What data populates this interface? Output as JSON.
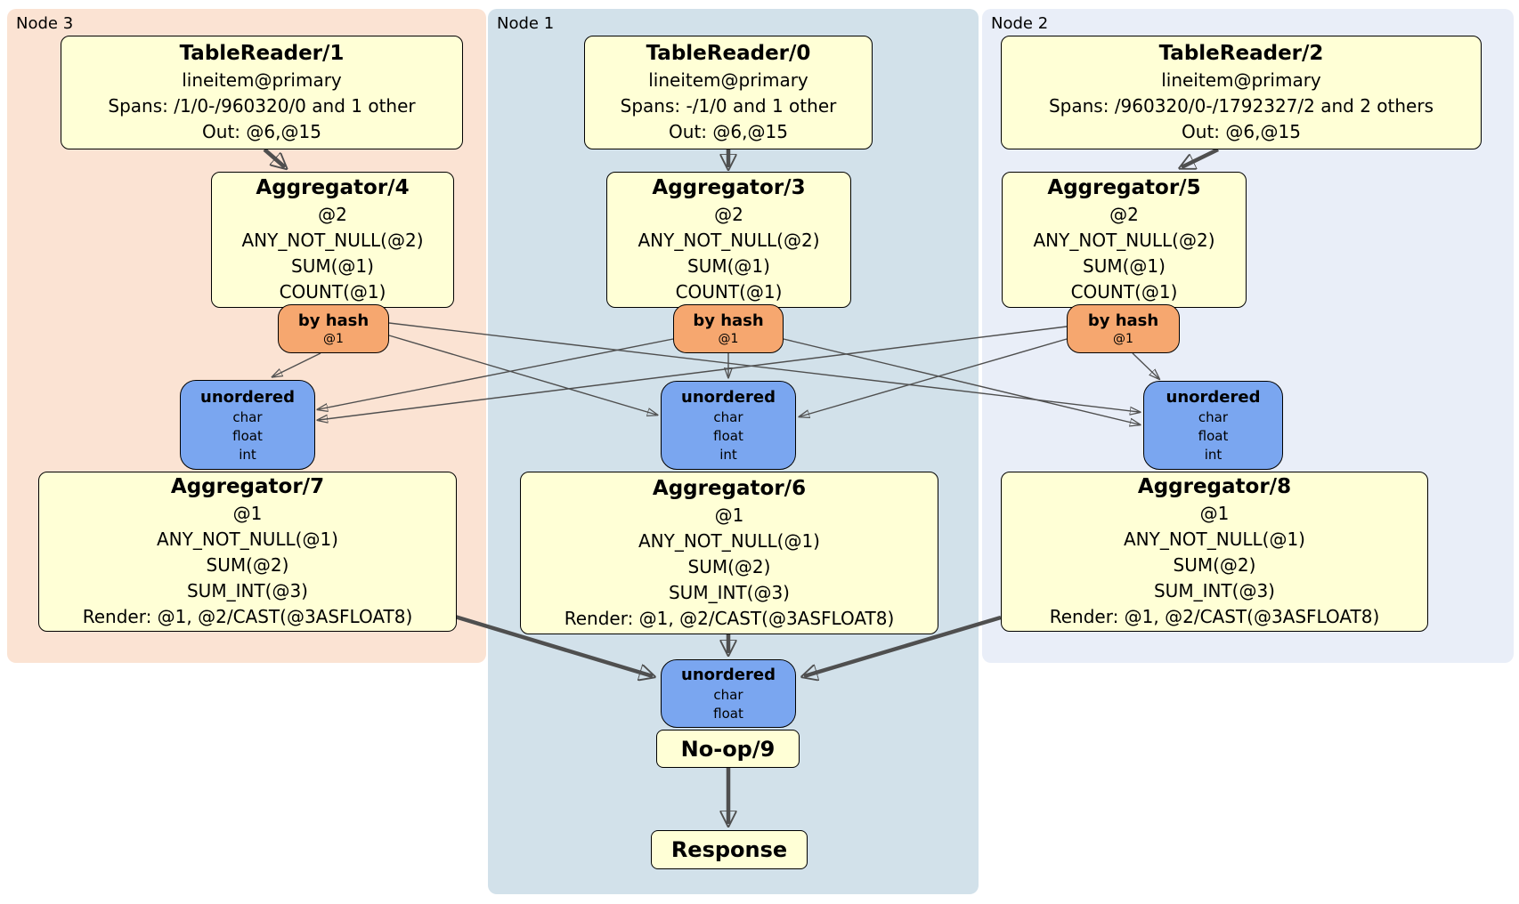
{
  "colors": {
    "node3_bg": "#fbe3d3",
    "node1_bg": "#d2e1ea",
    "node2_bg": "#e9eef8",
    "box_yellow": "#ffffd6",
    "router_orange": "#f6a76f",
    "sync_blue": "#7aa6f0",
    "edge": "#4f4f4f"
  },
  "regions": {
    "node3": {
      "label": "Node 3"
    },
    "node1": {
      "label": "Node 1"
    },
    "node2": {
      "label": "Node 2"
    }
  },
  "boxes": {
    "tr1": {
      "title": "TableReader/1",
      "lines": [
        "lineitem@primary",
        "Spans: /1/0-/960320/0 and 1 other",
        "Out: @6,@15"
      ]
    },
    "tr0": {
      "title": "TableReader/0",
      "lines": [
        "lineitem@primary",
        "Spans: -/1/0 and 1 other",
        "Out: @6,@15"
      ]
    },
    "tr2": {
      "title": "TableReader/2",
      "lines": [
        "lineitem@primary",
        "Spans: /960320/0-/1792327/2 and 2 others",
        "Out: @6,@15"
      ]
    },
    "agg4": {
      "title": "Aggregator/4",
      "lines": [
        "@2",
        "ANY_NOT_NULL(@2)",
        "SUM(@1)",
        "COUNT(@1)"
      ]
    },
    "agg3": {
      "title": "Aggregator/3",
      "lines": [
        "@2",
        "ANY_NOT_NULL(@2)",
        "SUM(@1)",
        "COUNT(@1)"
      ]
    },
    "agg5": {
      "title": "Aggregator/5",
      "lines": [
        "@2",
        "ANY_NOT_NULL(@2)",
        "SUM(@1)",
        "COUNT(@1)"
      ]
    },
    "hash3": {
      "title": "by hash",
      "lines": [
        "@1"
      ]
    },
    "hash1": {
      "title": "by hash",
      "lines": [
        "@1"
      ]
    },
    "hash2": {
      "title": "by hash",
      "lines": [
        "@1"
      ]
    },
    "uno3": {
      "title": "unordered",
      "lines": [
        "char",
        "float",
        "int"
      ]
    },
    "uno1": {
      "title": "unordered",
      "lines": [
        "char",
        "float",
        "int"
      ]
    },
    "uno2": {
      "title": "unordered",
      "lines": [
        "char",
        "float",
        "int"
      ]
    },
    "agg7": {
      "title": "Aggregator/7",
      "lines": [
        "@1",
        "ANY_NOT_NULL(@1)",
        "SUM(@2)",
        "SUM_INT(@3)",
        "Render: @1, @2/CAST(@3ASFLOAT8)"
      ]
    },
    "agg6": {
      "title": "Aggregator/6",
      "lines": [
        "@1",
        "ANY_NOT_NULL(@1)",
        "SUM(@2)",
        "SUM_INT(@3)",
        "Render: @1, @2/CAST(@3ASFLOAT8)"
      ]
    },
    "agg8": {
      "title": "Aggregator/8",
      "lines": [
        "@1",
        "ANY_NOT_NULL(@1)",
        "SUM(@2)",
        "SUM_INT(@3)",
        "Render: @1, @2/CAST(@3ASFLOAT8)"
      ]
    },
    "unoFinal": {
      "title": "unordered",
      "lines": [
        "char",
        "float"
      ]
    },
    "noop": {
      "title": "No-op/9"
    },
    "response": {
      "title": "Response"
    }
  }
}
